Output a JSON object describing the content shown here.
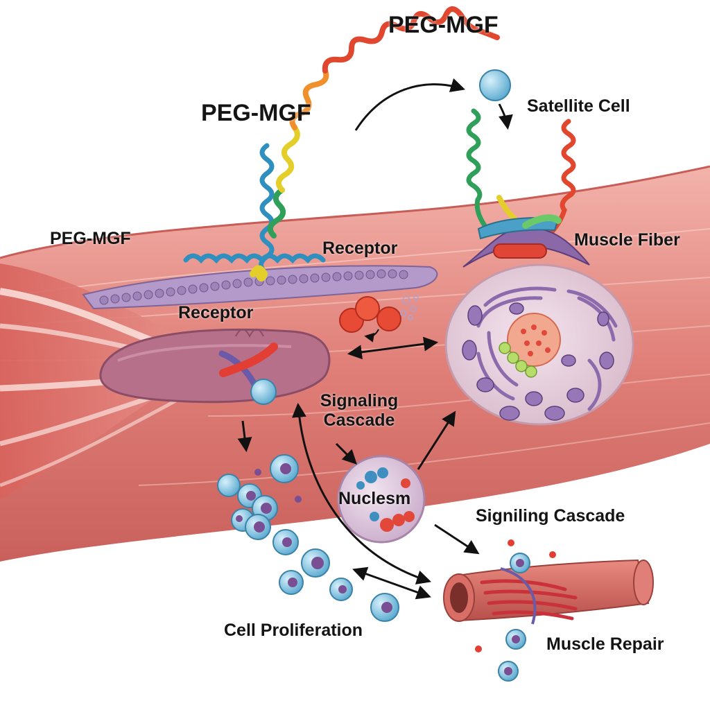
{
  "labels": {
    "peg_mgf_top": "PEG-MGF",
    "peg_mgf_mid": "PEG-MGF",
    "peg_mgf_left": "PEG-MGF",
    "satellite_cell": "Satellite Cell",
    "receptor_upper": "Receptor",
    "receptor_lower": "Receptor",
    "muscle_fiber": "Muscle Fiber",
    "signaling_cascade_line1": "Signaling",
    "signaling_cascade_line2": "Cascade",
    "nucleus": "Nuclesm",
    "signiling_cascade": "Signiling Cascade",
    "cell_proliferation": "Cell Proliferation",
    "muscle_repair": "Muscle Repair"
  },
  "colors": {
    "muscle": "#e48a84",
    "muscle_dark": "#c9605c",
    "fiber_light": "#f6c9c2",
    "membrane": "#9b86b3",
    "cell_body": "#b76f86",
    "helix_blue": "#2f8fbf",
    "helix_red": "#e0472e",
    "helix_yellow": "#e4cf2a",
    "helix_green": "#2f9f5a",
    "cell_blue": "#8ecbe6",
    "nucleus_purple": "#7a4e92",
    "arrow": "#111111"
  }
}
